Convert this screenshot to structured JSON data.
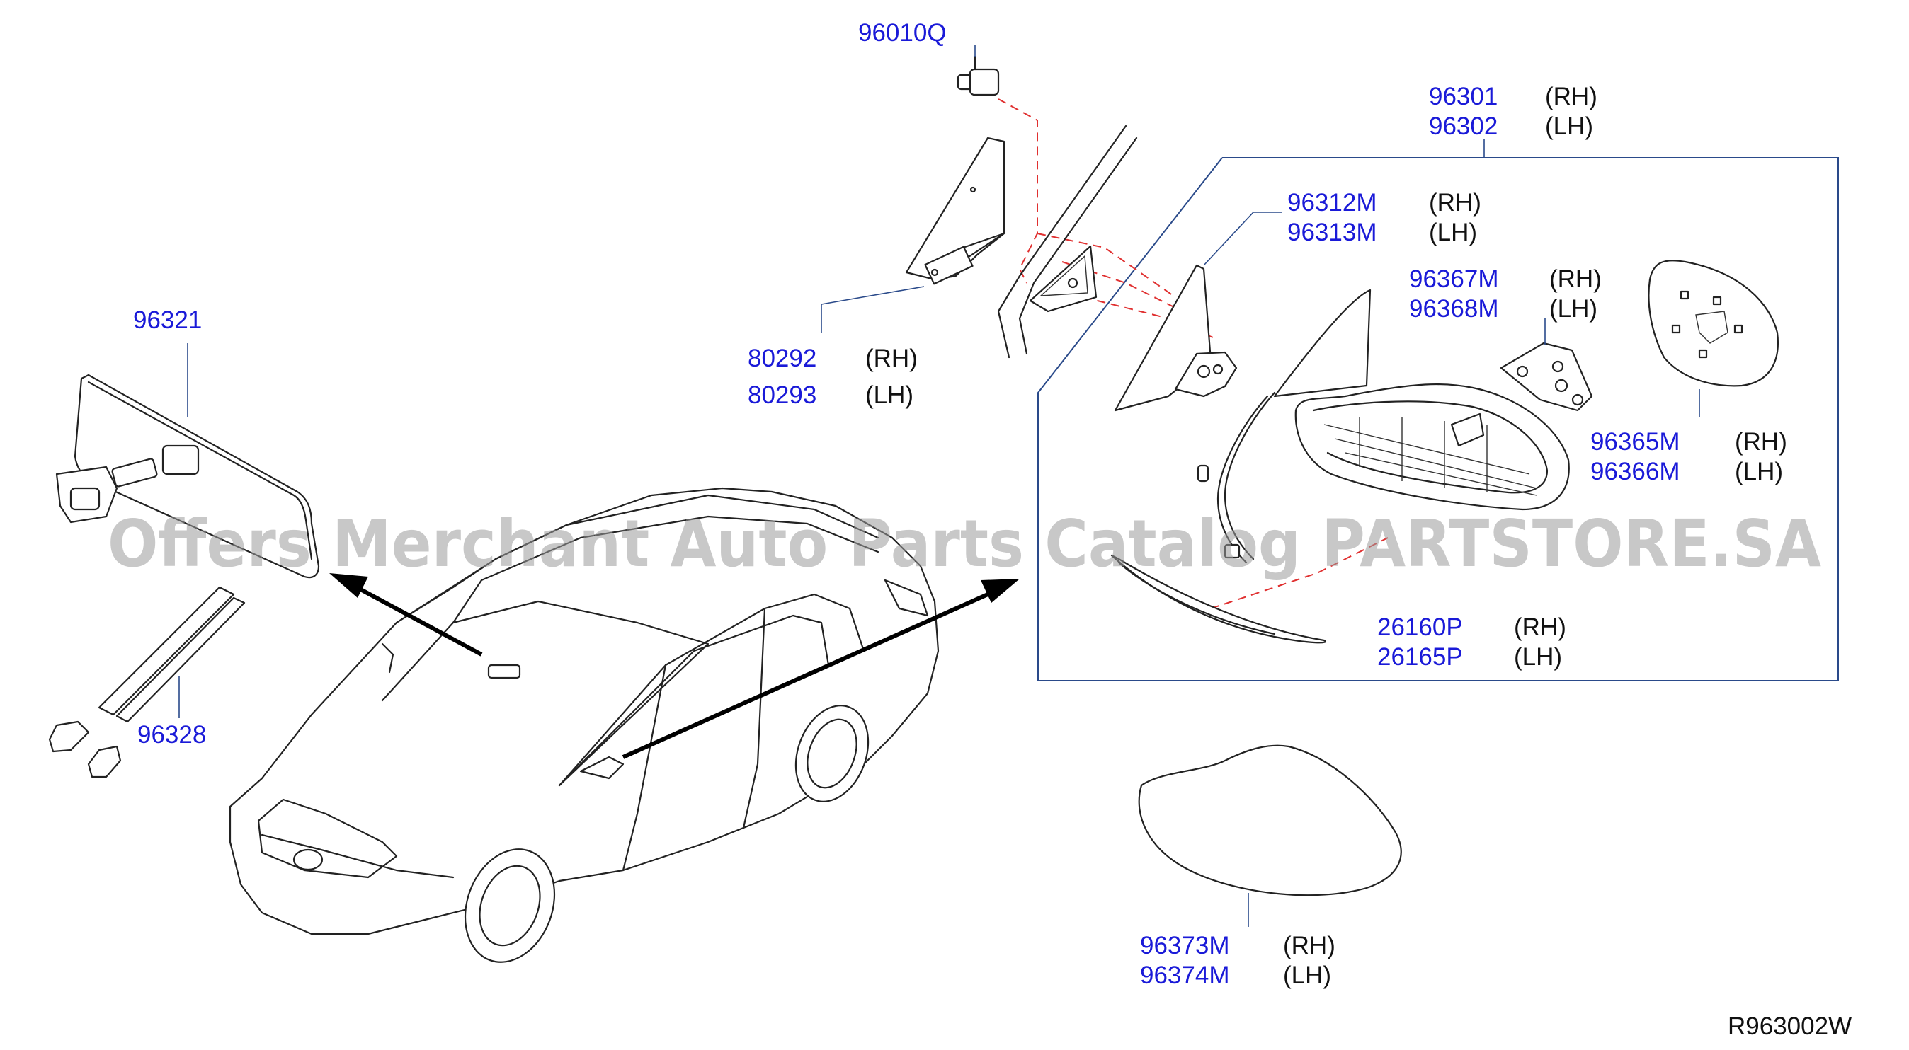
{
  "diagram_ref": "R963002W",
  "watermark": "Offers Merchant Auto Parts Catalog PARTSTORE.SA",
  "colors": {
    "part_number": "#1a1ad8",
    "side_label": "#111111",
    "leader": "#2a4a8a",
    "guide_dash": "#e03030",
    "watermark": "#9a9a9a"
  },
  "callouts": {
    "c96010Q": {
      "pn": "96010Q"
    },
    "c96301": {
      "pn1": "96301",
      "side1": "(RH)",
      "pn2": "96302",
      "side2": "(LH)"
    },
    "c96312": {
      "pn1": "96312M",
      "side1": "(RH)",
      "pn2": "96313M",
      "side2": "(LH)"
    },
    "c96367": {
      "pn1": "96367M",
      "side1": "(RH)",
      "pn2": "96368M",
      "side2": "(LH)"
    },
    "c96365": {
      "pn1": "96365M",
      "side1": "(RH)",
      "pn2": "96366M",
      "side2": "(LH)"
    },
    "c26160": {
      "pn1": "26160P",
      "side1": "(RH)",
      "pn2": "26165P",
      "side2": "(LH)"
    },
    "c80292": {
      "pn1": "80292",
      "side1": "(RH)",
      "pn2": "80293",
      "side2": "(LH)"
    },
    "c96321": {
      "pn": "96321"
    },
    "c96328": {
      "pn": "96328"
    },
    "c96373": {
      "pn1": "96373M",
      "side1": "(RH)",
      "pn2": "96374M",
      "side2": "(LH)"
    }
  }
}
